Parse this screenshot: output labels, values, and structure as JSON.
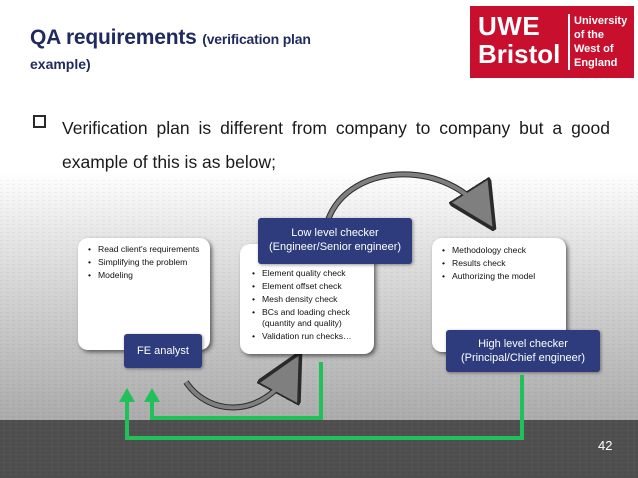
{
  "slide": {
    "title": "QA requirements",
    "title_note_line1": "(verification plan",
    "title_note_line2": "example)",
    "bullet_text": "Verification plan is different from company to company but a good example of this is as below;",
    "page_number": "42"
  },
  "logo": {
    "brand_line1": "UWE",
    "brand_line2": "Bristol",
    "right_lines": [
      "University",
      "of the",
      "West of",
      "England"
    ],
    "color": "#c8102e"
  },
  "diagram": {
    "fe_analyst": {
      "items": [
        "Read client's requirements",
        "Simplifying the problem",
        "Modeling"
      ],
      "label": "FE analyst"
    },
    "low_level": {
      "label_line1": "Low level checker",
      "label_line2": "(Engineer/Senior engineer)",
      "items": [
        "Element quality check",
        "Element offset check",
        "Mesh density check",
        "BCs and loading check (quantity and quality)",
        "Validation run checks…"
      ]
    },
    "high_level": {
      "items": [
        "Methodology check",
        "Results check",
        "Authorizing the model"
      ],
      "label_line1": "High level checker",
      "label_line2": "(Principal/Chief engineer)"
    },
    "colors": {
      "tag_fill": "#2e3c7e",
      "feedback_arrow": "#22c05a",
      "forward_arrow": "#7f7f7f"
    }
  }
}
